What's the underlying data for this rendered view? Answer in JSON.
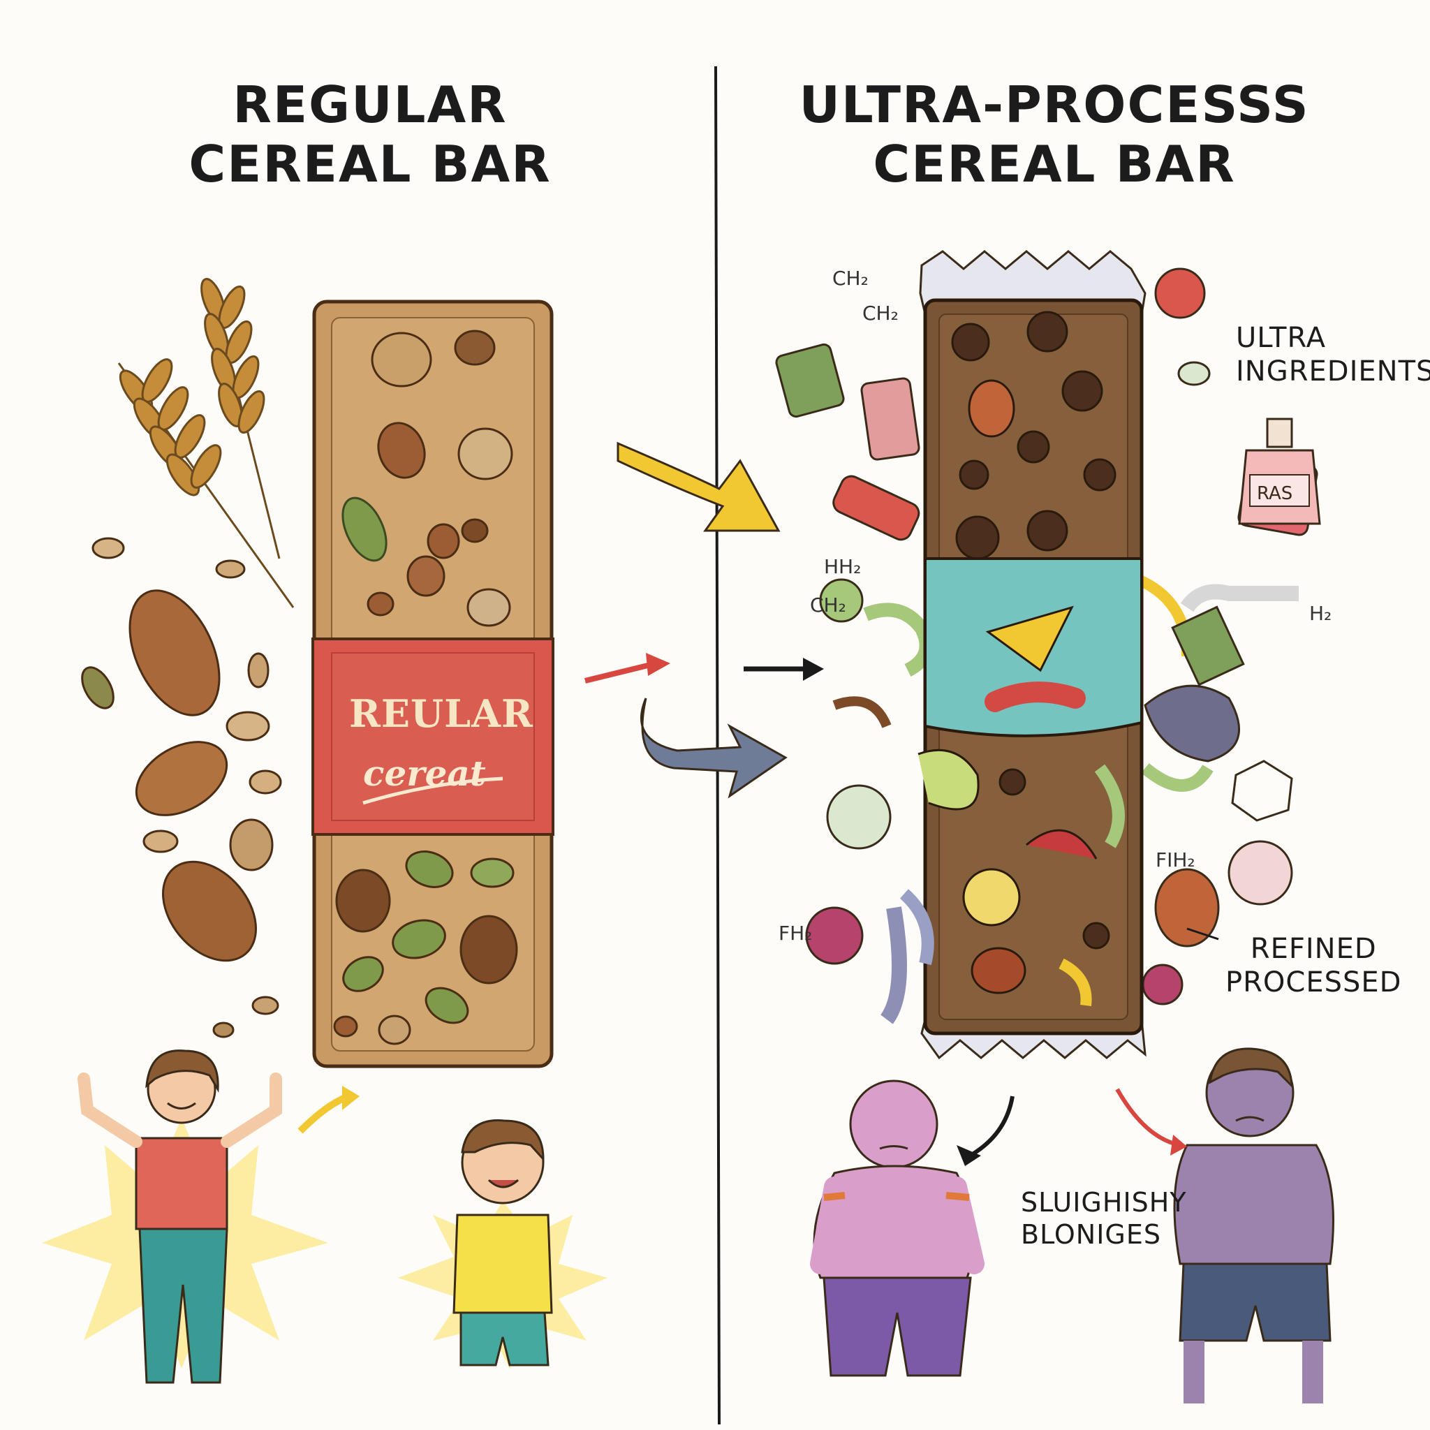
{
  "left_panel": {
    "title_line1": "REGULAR",
    "title_line2": "CEREAL BAR",
    "wrapper_label": "REULAR",
    "wrapper_sub": "cereat"
  },
  "right_panel": {
    "title_line1": "ULTRA-PROCESSS",
    "title_line2": "CEREAL BAR",
    "ultra_label_line1": "ULTRA",
    "ultra_label_line2": "INGREDIENTS",
    "refined_line1": "REFINED",
    "refined_line2": "PROCESSED",
    "sluggish_line1": "SLUIGHISHY",
    "sluggish_line2": "BLONIGES",
    "bottle_label": "RAS",
    "chem_ch2_a": "CH₂",
    "chem_ch2_b": "CH₂",
    "chem_hh2": "HH₂",
    "chem_ch2_c": "CH₂",
    "chem_h2": "H₂",
    "chem_fih2": "FIH₂",
    "chem_fh2": "FH₂"
  },
  "colors": {
    "bar_light": "#c99a63",
    "bar_dark": "#7a5535",
    "wrapper_red": "#d9574c",
    "wrapper_teal": "#76c4c0",
    "arrow_yellow": "#f1c832",
    "arrow_red": "#d8473f",
    "skin_pink": "#d99ec9",
    "skin_purple": "#9b83ad"
  }
}
